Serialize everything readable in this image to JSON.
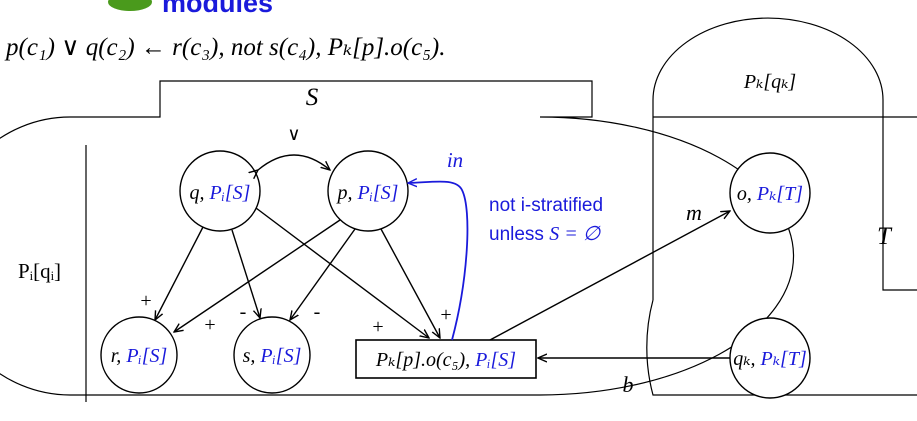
{
  "header": {
    "title_fragment": "modules",
    "rule": "p(c₁) ∨ q(c₂) ← r(c₃), not s(c₄), Pₖ[p].o(c₅)."
  },
  "colors": {
    "blue": "#1a1adb",
    "black": "#000000",
    "logo_green": "#4a9a1c"
  },
  "module_i": {
    "context_label": "S",
    "side_label": "Pᵢ[qᵢ]",
    "or_symbol": "∨",
    "nodes": {
      "q": {
        "pred": "q, ",
        "ctx": "Pᵢ[S]"
      },
      "p": {
        "pred": "p, ",
        "ctx": "Pᵢ[S]"
      },
      "r": {
        "pred": "r, ",
        "ctx": "Pᵢ[S]"
      },
      "s": {
        "pred": "s, ",
        "ctx": "Pᵢ[S]"
      },
      "ext": {
        "pred": "Pₖ[p].o(c₅), ",
        "ctx": "Pᵢ[S]"
      }
    },
    "edge_signs": {
      "q_r": "+",
      "p_r": "+",
      "q_s": "-",
      "p_s": "-",
      "q_ext": "+",
      "p_ext": "+"
    },
    "in_label": "in",
    "note": {
      "line1": "not i-stratified",
      "line2_prefix": "unless ",
      "line2_math": "S = ∅"
    }
  },
  "module_k": {
    "top_label": "Pₖ[qₖ]",
    "context_label": "T",
    "nodes": {
      "o": {
        "pred": "o, ",
        "ctx": "Pₖ[T]"
      },
      "qk": {
        "pred": "qₖ, ",
        "ctx": "Pₖ[T]"
      }
    }
  },
  "cross_edges": {
    "m": "m",
    "b": "b"
  }
}
